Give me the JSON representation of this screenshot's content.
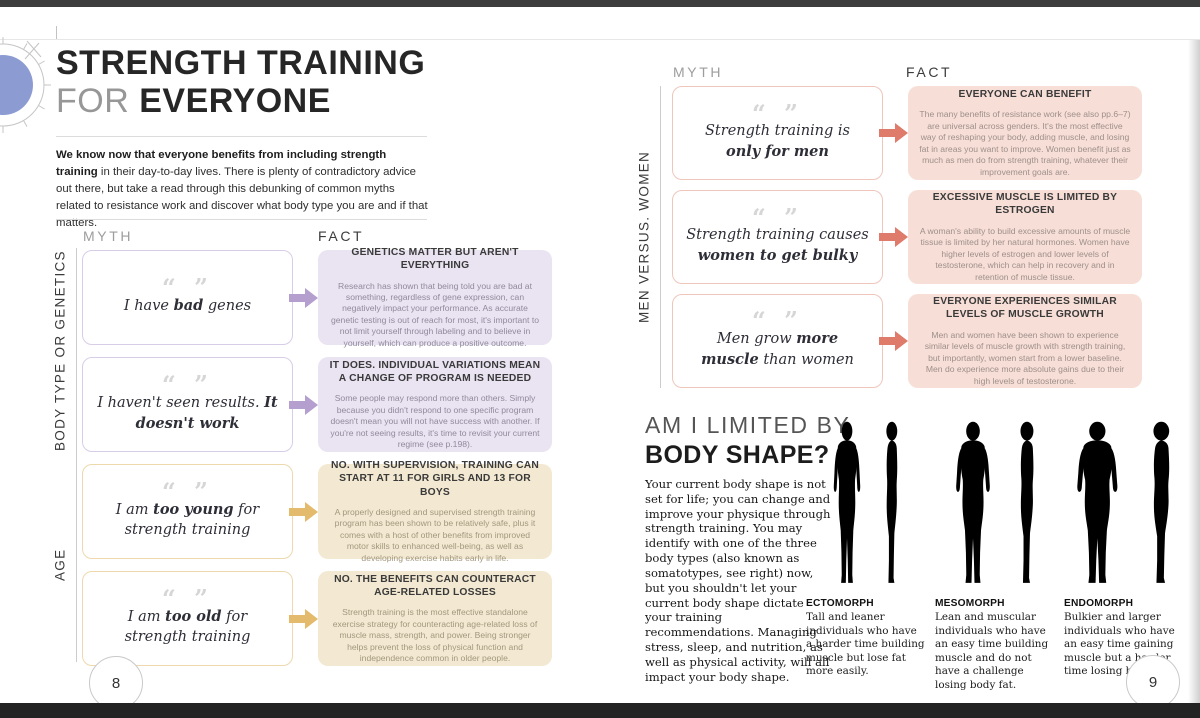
{
  "meta": {
    "quote_marks": "“ ”"
  },
  "colors": {
    "purple_accent": "#b49fce",
    "tan_accent": "#e4ba6c",
    "salmon_accent": "#df7b6a",
    "dial_blue": "#8c9cd3"
  },
  "left_page": {
    "page_number": "8",
    "title_line1": "STRENGTH TRAINING",
    "title_line2_light": "FOR",
    "title_line2_bold": "EVERYONE",
    "intro_bold": "We know now that everyone benefits from including strength training",
    "intro_rest": " in their day-to-day lives. There is plenty of contradictory advice out there, but take a read through this debunking of common myths related to resistance work and discover what body type you are and if that matters.",
    "myth_header": "MYTH",
    "fact_header": "FACT",
    "section_label_top": "BODY TYPE OR GENETICS",
    "section_label_bottom": "AGE",
    "rows": [
      {
        "myth_pre": "I have ",
        "myth_bold": "bad",
        "myth_post": " genes",
        "fact_title": "GENETICS MATTER BUT AREN'T EVERYTHING",
        "fact_body": "Research has shown that being told you are bad at something, regardless of gene expression, can negatively impact your performance. As accurate genetic testing is out of reach for most, it's important to not limit yourself through labeling and to believe in yourself, which can produce a positive outcome."
      },
      {
        "myth_pre": "I haven't seen results. ",
        "myth_bold": "It doesn't work",
        "myth_post": "",
        "fact_title": "IT DOES. INDIVIDUAL VARIATIONS MEAN A CHANGE OF PROGRAM IS NEEDED",
        "fact_body": "Some people may respond more than others. Simply because you didn't respond to one specific program doesn't mean you will not have success with another. If you're not seeing results, it's time to revisit your current regime (see p.198)."
      },
      {
        "myth_pre": "I am ",
        "myth_bold": "too young",
        "myth_post": " for strength training",
        "fact_title": "NO. WITH SUPERVISION, TRAINING CAN START AT 11 FOR GIRLS AND 13 FOR BOYS",
        "fact_body": "A properly designed and supervised strength training program has been shown to be relatively safe, plus it comes with a host of other benefits from improved motor skills to enhanced well-being, as well as developing exercise habits early in life."
      },
      {
        "myth_pre": "I am ",
        "myth_bold": "too old",
        "myth_post": " for strength training",
        "fact_title": "NO. THE BENEFITS CAN COUNTERACT AGE-RELATED LOSSES",
        "fact_body": "Strength training is the most effective standalone exercise strategy for counteracting age-related loss of muscle mass, strength, and power. Being stronger helps prevent the loss of physical function and independence common in older people."
      }
    ]
  },
  "right_page": {
    "page_number": "9",
    "myth_header": "MYTH",
    "fact_header": "FACT",
    "section_label": "MEN VERSUS. WOMEN",
    "rows": [
      {
        "myth_pre": "Strength training is ",
        "myth_bold": "only for men",
        "myth_post": "",
        "fact_title": "EVERYONE CAN BENEFIT",
        "fact_body": "The many benefits of resistance work (see also pp.6–7) are universal across genders. It's the most effective way of reshaping your body, adding muscle, and losing fat in areas you want to improve. Women benefit just as much as men do from strength training, whatever their improvement goals are."
      },
      {
        "myth_pre": "Strength training causes ",
        "myth_bold": "women to get bulky",
        "myth_post": "",
        "fact_title": "EXCESSIVE MUSCLE IS LIMITED BY ESTROGEN",
        "fact_body": "A woman's ability to build excessive amounts of muscle tissue is limited by her natural hormones. Women have higher levels of estrogen and lower levels of testosterone, which can help in recovery and in retention of muscle tissue."
      },
      {
        "myth_pre": "Men grow ",
        "myth_bold": "more muscle",
        "myth_post": " than women",
        "fact_title": "EVERYONE EXPERIENCES SIMILAR LEVELS OF MUSCLE GROWTH",
        "fact_body": "Men and women have been shown to experience similar levels of muscle growth with strength training, but importantly, women start from a lower baseline. Men do experience more absolute gains due to their high levels of testosterone."
      }
    ],
    "body_shape": {
      "heading_line1": "AM I LIMITED BY",
      "heading_line2": "BODY SHAPE?",
      "paragraph": "Your current body shape is not set for life; you can change and improve your physique through strength training. You may identify with one of the three body types (also known as somatotypes, see right) now, but you shouldn't let your current body shape dictate your training recommendations. Managing stress, sleep, and nutrition, as well as physical activity, will all impact your body shape.",
      "somatotypes": [
        {
          "name": "ECTOMORPH",
          "description": "Tall and leaner individuals who have a harder time building muscle but lose fat more easily."
        },
        {
          "name": "MESOMORPH",
          "description": "Lean and muscular individuals who have an easy time building muscle and do not have a challenge losing body fat."
        },
        {
          "name": "ENDOMORPH",
          "description": "Bulkier and larger individuals who have an easy time gaining muscle but a harder time losing body fat."
        }
      ]
    }
  }
}
